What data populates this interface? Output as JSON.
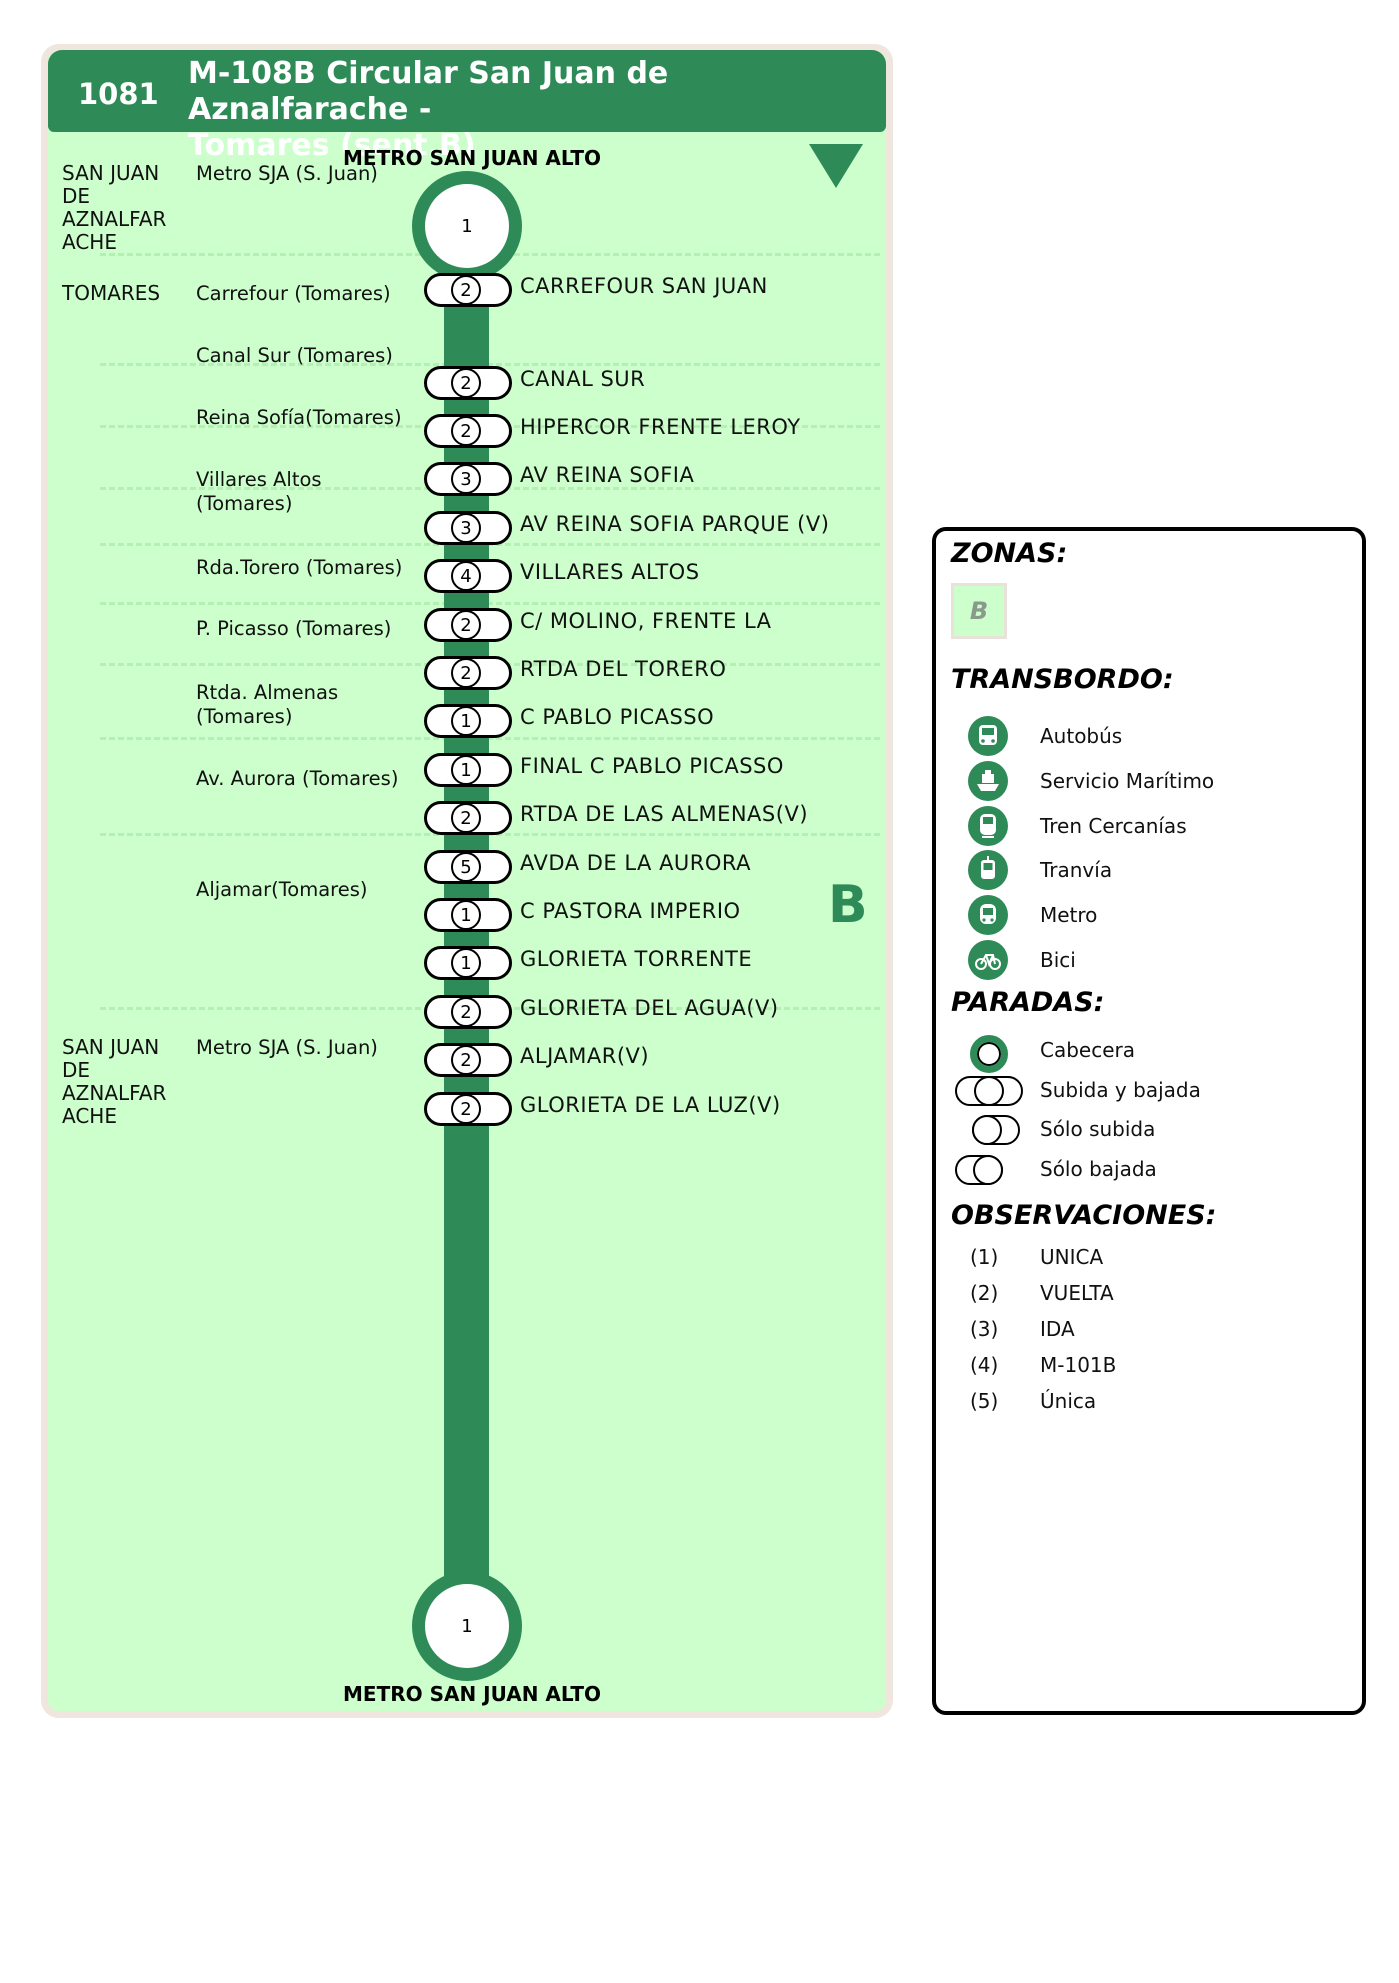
{
  "header": {
    "line_code": "1081",
    "title_line1": "M-108B Circular San Juan de Aznalfarache -",
    "title_line2": "Tomares (sent.B)"
  },
  "terminals": {
    "top": {
      "label": "METRO SAN JUAN ALTO",
      "number": "1"
    },
    "bottom": {
      "label": "METRO SAN JUAN ALTO",
      "number": "1"
    }
  },
  "zone_letter": "B",
  "municipalities": [
    {
      "lines": [
        "SAN JUAN",
        "DE",
        "AZNALFAR",
        "ACHE"
      ]
    },
    {
      "lines": [
        "TOMARES"
      ]
    },
    {
      "lines": [
        "SAN JUAN",
        "DE",
        "AZNALFAR",
        "ACHE"
      ]
    }
  ],
  "areas": [
    {
      "lines": [
        "Metro SJA (S. Juan)"
      ]
    },
    {
      "lines": [
        "Carrefour (Tomares)"
      ]
    },
    {
      "lines": [
        "Canal Sur (Tomares)"
      ]
    },
    {
      "lines": [
        "Reina Sofía(Tomares)"
      ]
    },
    {
      "lines": [
        "Villares Altos",
        "(Tomares)"
      ]
    },
    {
      "lines": [
        "Rda.Torero (Tomares)"
      ]
    },
    {
      "lines": [
        "P. Picasso (Tomares)"
      ]
    },
    {
      "lines": [
        "Rtda. Almenas",
        "(Tomares)"
      ]
    },
    {
      "lines": [
        "Av. Aurora (Tomares)"
      ]
    },
    {
      "lines": [
        "Aljamar(Tomares)"
      ]
    },
    {
      "lines": [
        "Metro SJA (S. Juan)"
      ]
    }
  ],
  "stops": [
    {
      "obs": "2",
      "name": "CARREFOUR SAN JUAN"
    },
    {
      "obs": "2",
      "name": "CANAL SUR"
    },
    {
      "obs": "2",
      "name": "HIPERCOR FRENTE LEROY"
    },
    {
      "obs": "3",
      "name": "AV  REINA SOFIA"
    },
    {
      "obs": "3",
      "name": "AV  REINA SOFIA  PARQUE (V)"
    },
    {
      "obs": "4",
      "name": "VILLARES ALTOS"
    },
    {
      "obs": "2",
      "name": "C/ MOLINO, FRENTE LA"
    },
    {
      "obs": "2",
      "name": "RTDA  DEL TORERO"
    },
    {
      "obs": "1",
      "name": "C  PABLO PICASSO"
    },
    {
      "obs": "1",
      "name": "FINAL C  PABLO PICASSO"
    },
    {
      "obs": "2",
      "name": "RTDA  DE LAS ALMENAS(V)"
    },
    {
      "obs": "5",
      "name": "AVDA DE LA AURORA"
    },
    {
      "obs": "1",
      "name": "C  PASTORA IMPERIO"
    },
    {
      "obs": "1",
      "name": "GLORIETA TORRENTE"
    },
    {
      "obs": "2",
      "name": "GLORIETA DEL AGUA(V)"
    },
    {
      "obs": "2",
      "name": "ALJAMAR(V)"
    },
    {
      "obs": "2",
      "name": "GLORIETA DE LA LUZ(V)"
    }
  ],
  "legend": {
    "zonas_title": "ZONAS:",
    "zone_value": "B",
    "transbordo_title": "TRANSBORDO:",
    "transbordo": [
      {
        "icon": "bus-icon",
        "label": "Autobús"
      },
      {
        "icon": "ship-icon",
        "label": "Servicio Marítimo"
      },
      {
        "icon": "train-icon",
        "label": "Tren Cercanías"
      },
      {
        "icon": "tram-icon",
        "label": "Tranvía"
      },
      {
        "icon": "metro-icon",
        "label": "Metro"
      },
      {
        "icon": "bike-icon",
        "label": "Bici"
      }
    ],
    "paradas_title": "PARADAS:",
    "paradas": [
      {
        "icon": "cabecera-icon",
        "label": "Cabecera"
      },
      {
        "icon": "subida-bajada-icon",
        "label": "Subida y bajada"
      },
      {
        "icon": "solo-subida-icon",
        "label": "Sólo subida"
      },
      {
        "icon": "solo-bajada-icon",
        "label": "Sólo bajada"
      }
    ],
    "observaciones_title": "OBSERVACIONES:",
    "observaciones": [
      {
        "code": "(1)",
        "text": "UNICA"
      },
      {
        "code": "(2)",
        "text": "VUELTA"
      },
      {
        "code": "(3)",
        "text": "IDA"
      },
      {
        "code": "(4)",
        "text": "M-101B"
      },
      {
        "code": "(5)",
        "text": "Única"
      }
    ]
  },
  "colors": {
    "accent": "#2e8b57",
    "panel": "#ccffcc",
    "border": "#efe6dd"
  }
}
